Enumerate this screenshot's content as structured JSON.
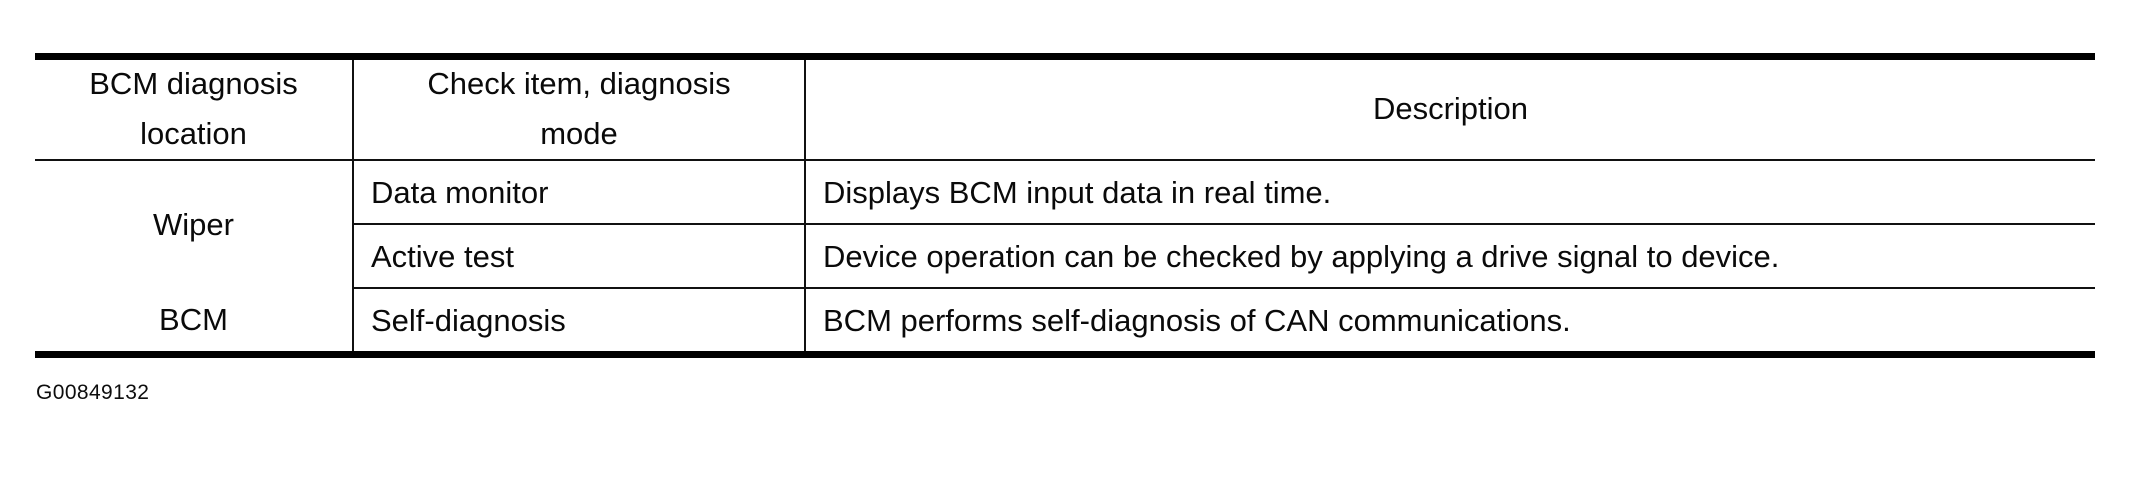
{
  "document": {
    "figure_id": "G00849132",
    "background_color": "#ffffff",
    "text_color": "#000000",
    "rule_color": "#111111"
  },
  "table": {
    "headers": {
      "location": "BCM diagnosis location",
      "location_line1": "BCM diagnosis",
      "location_line2": "location",
      "check_item": "Check item, diagnosis mode",
      "check_item_line1": "Check item, diagnosis",
      "check_item_line2": "mode",
      "description": "Description"
    },
    "rows": [
      {
        "location": "Wiper",
        "location_rowspan": 2,
        "mode": "Data monitor",
        "description": "Displays BCM input data in real time."
      },
      {
        "location": "",
        "location_rowspan": 0,
        "mode": "Active test",
        "description": "Device operation can be checked by applying a drive signal to device."
      },
      {
        "location": "BCM",
        "location_rowspan": 1,
        "mode": "Self-diagnosis",
        "description": "BCM performs self-diagnosis of CAN communications."
      }
    ]
  }
}
